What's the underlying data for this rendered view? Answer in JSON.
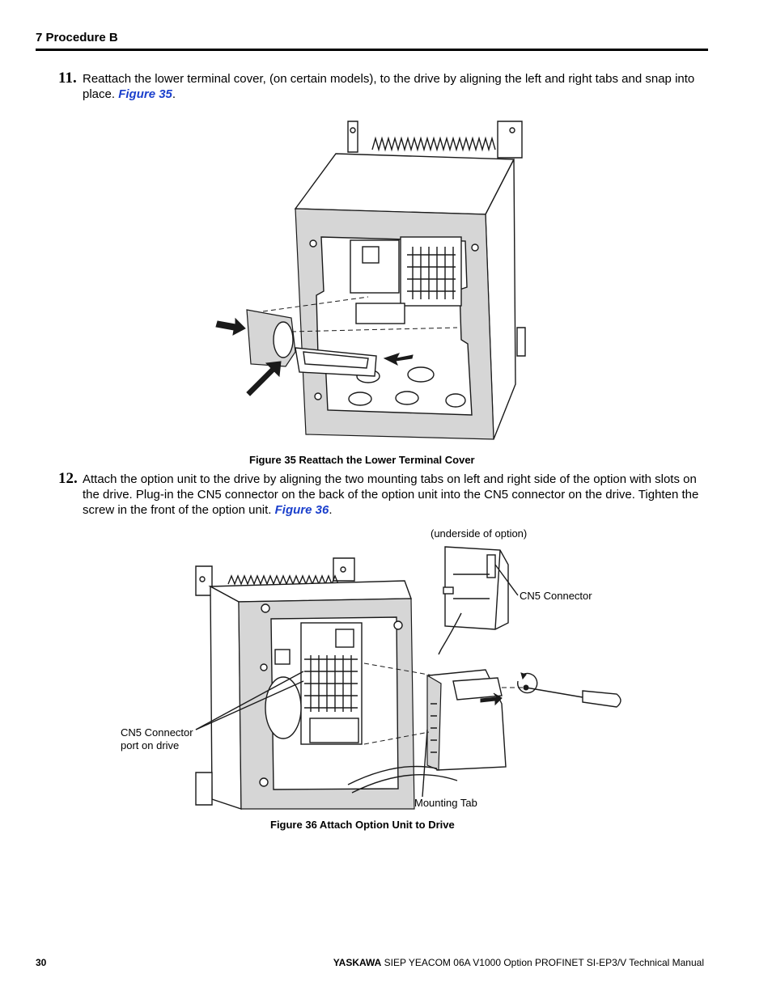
{
  "header": {
    "section": "7  Procedure B"
  },
  "steps": [
    {
      "number": "11.",
      "text": "Reattach the lower terminal cover, (on certain models), to the drive by aligning the left and right tabs and snap into place. ",
      "ref": "Figure 35",
      "end": "."
    },
    {
      "number": "12.",
      "text": "Attach the option unit to the drive by aligning the two mounting tabs on left and right side of the option with slots on the drive. Plug-in the CN5 connector on the back of the option unit into the CN5 connector on the drive. Tighten the screw in the front of the option unit. ",
      "ref": "Figure 36",
      "end": "."
    }
  ],
  "figures": [
    {
      "caption": "Figure 35  Reattach the Lower Terminal Cover"
    },
    {
      "caption": "Figure 36  Attach Option Unit to Drive",
      "callouts": {
        "underside": "(underside of option)",
        "cn5_connector": "CN5 Connector",
        "cn5_port_line1": "CN5 Connector",
        "cn5_port_line2": "port on drive",
        "mounting_tab": "Mounting Tab"
      }
    }
  ],
  "footer": {
    "page": "30",
    "brand": "YASKAWA",
    "title": " SIEP YEACOM 06A V1000 Option PROFINET SI-EP3/V  Technical Manual"
  }
}
